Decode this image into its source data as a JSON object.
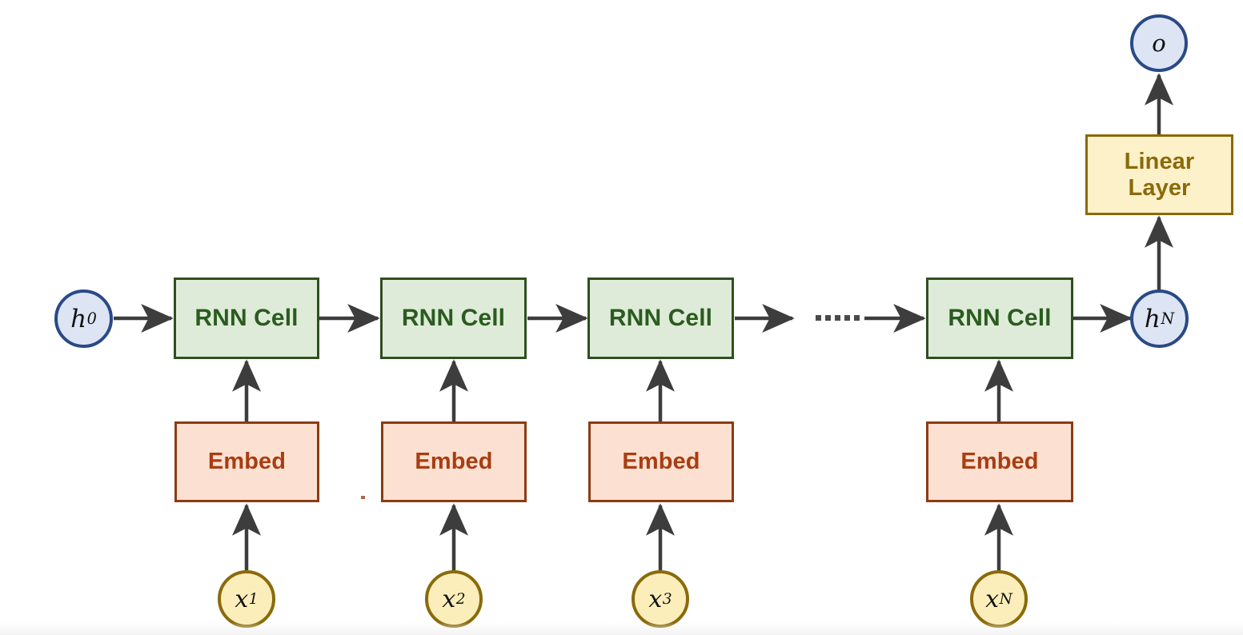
{
  "diagram": {
    "title": "Recurrent Neural Network unrolled over a sequence",
    "background": "#ffffff",
    "colors": {
      "rnn_fill": "#dfebd9",
      "rnn_border": "#2f4f20",
      "rnn_text": "#2a5c1f",
      "embed_fill": "#fce1d2",
      "embed_border": "#8c3b12",
      "embed_text": "#a93d11",
      "linear_fill": "#fdf1c9",
      "linear_border": "#8a6a0a",
      "linear_text": "#8a6a0a",
      "hidden_circle_fill": "#dde5f5",
      "hidden_circle_border": "#2a4a86",
      "input_circle_fill": "#fceebb",
      "input_circle_border": "#8a6a0a",
      "arrow": "#3d3d3d"
    },
    "rnn_cells": [
      {
        "label": "RNN Cell"
      },
      {
        "label": "RNN Cell"
      },
      {
        "label": "RNN Cell"
      },
      {
        "label": "RNN Cell"
      }
    ],
    "embed_blocks": [
      {
        "label": "Embed"
      },
      {
        "label": "Embed"
      },
      {
        "label": "Embed"
      },
      {
        "label": "Embed"
      }
    ],
    "inputs": [
      {
        "symbol": "x",
        "subscript": "1"
      },
      {
        "symbol": "x",
        "subscript": "2"
      },
      {
        "symbol": "x",
        "subscript": "3"
      },
      {
        "symbol": "x",
        "subscript": "N"
      }
    ],
    "hidden_states": {
      "initial": {
        "symbol": "h",
        "subscript": "0"
      },
      "final": {
        "symbol": "h",
        "subscript": "N"
      }
    },
    "linear_layer": {
      "label": "Linear\nLayer"
    },
    "output": {
      "symbol": "o",
      "subscript": ""
    },
    "ellipsis": {
      "dots": 5,
      "meaning": "sequence-continues"
    }
  }
}
